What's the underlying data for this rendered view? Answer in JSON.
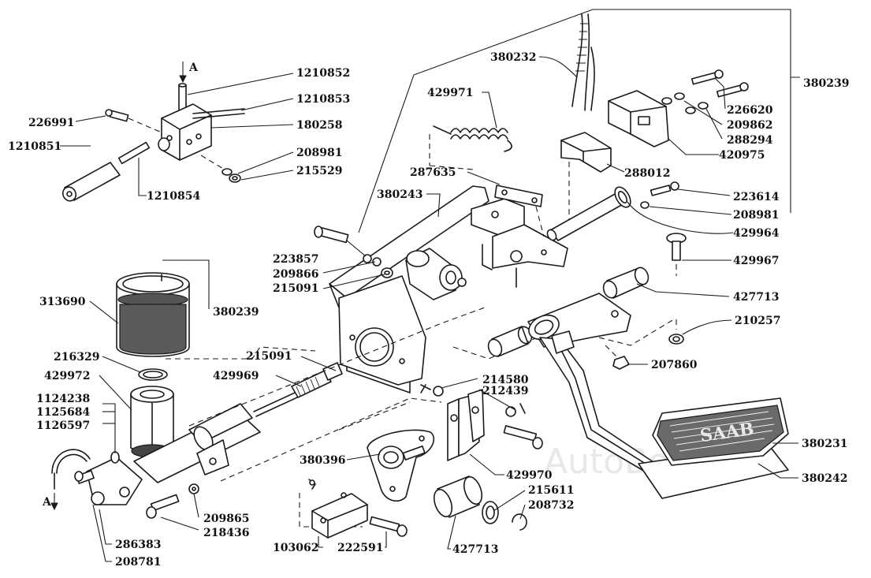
{
  "diagram": {
    "watermark": "AutoBolt",
    "view_marker": "A",
    "callouts": [
      {
        "id": "c1210852",
        "label": "1210852"
      },
      {
        "id": "c1210853",
        "label": "1210853"
      },
      {
        "id": "c226991",
        "label": "226991"
      },
      {
        "id": "c180258",
        "label": "180258"
      },
      {
        "id": "c1210851",
        "label": "1210851"
      },
      {
        "id": "c208981a",
        "label": "208981"
      },
      {
        "id": "c215529",
        "label": "215529"
      },
      {
        "id": "c1210854",
        "label": "1210854"
      },
      {
        "id": "c380232",
        "label": "380232"
      },
      {
        "id": "c380239a",
        "label": "380239"
      },
      {
        "id": "c429971",
        "label": "429971"
      },
      {
        "id": "c226620",
        "label": "226620"
      },
      {
        "id": "c209862",
        "label": "209862"
      },
      {
        "id": "c288294",
        "label": "288294"
      },
      {
        "id": "c420975",
        "label": "420975"
      },
      {
        "id": "c287635",
        "label": "287635"
      },
      {
        "id": "c288012",
        "label": "288012"
      },
      {
        "id": "c380243",
        "label": "380243"
      },
      {
        "id": "c223614",
        "label": "223614"
      },
      {
        "id": "c208981b",
        "label": "208981"
      },
      {
        "id": "c429964",
        "label": "429964"
      },
      {
        "id": "c223857",
        "label": "223857"
      },
      {
        "id": "c209866",
        "label": "209866"
      },
      {
        "id": "c215091a",
        "label": "215091"
      },
      {
        "id": "c429967",
        "label": "429967"
      },
      {
        "id": "c313690",
        "label": "313690"
      },
      {
        "id": "c380239b",
        "label": "380239"
      },
      {
        "id": "c427713a",
        "label": "427713"
      },
      {
        "id": "c210257",
        "label": "210257"
      },
      {
        "id": "c216329",
        "label": "216329"
      },
      {
        "id": "c215091b",
        "label": "215091"
      },
      {
        "id": "c429972",
        "label": "429972"
      },
      {
        "id": "c429969",
        "label": "429969"
      },
      {
        "id": "c207860",
        "label": "207860"
      },
      {
        "id": "c1124238",
        "label": "1124238"
      },
      {
        "id": "c1125684",
        "label": "1125684"
      },
      {
        "id": "c1126597",
        "label": "1126597"
      },
      {
        "id": "c214580",
        "label": "214580"
      },
      {
        "id": "c212439",
        "label": "212439"
      },
      {
        "id": "c380231",
        "label": "380231"
      },
      {
        "id": "c380396",
        "label": "380396"
      },
      {
        "id": "c429970",
        "label": "429970"
      },
      {
        "id": "c380242",
        "label": "380242"
      },
      {
        "id": "c215611",
        "label": "215611"
      },
      {
        "id": "c208732",
        "label": "208732"
      },
      {
        "id": "c209865",
        "label": "209865"
      },
      {
        "id": "c218436",
        "label": "218436"
      },
      {
        "id": "c286383",
        "label": "286383"
      },
      {
        "id": "c208781",
        "label": "208781"
      },
      {
        "id": "c103062",
        "label": "103062"
      },
      {
        "id": "c222591",
        "label": "222591"
      },
      {
        "id": "c427713b",
        "label": "427713"
      }
    ]
  }
}
